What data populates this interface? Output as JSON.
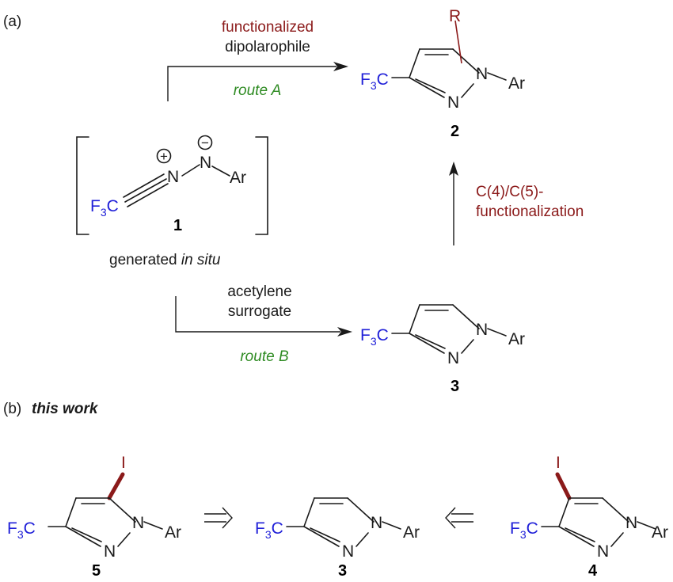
{
  "panels": {
    "a_label": "(a)",
    "b_label": "(b)",
    "b_title": "this work"
  },
  "atoms": {
    "F": "F",
    "three": "3",
    "C": "C",
    "N": "N",
    "Ar": "Ar",
    "I": "I",
    "R": "R",
    "plus": "+",
    "minus": "−"
  },
  "compounds": {
    "c1": "1",
    "c2": "2",
    "c3": "3",
    "c4": "4",
    "c5": "5"
  },
  "labels": {
    "route_a_line1": "functionalized",
    "route_a_line2": "dipolarophile",
    "route_a": "route A",
    "route_b_line1": "acetylene",
    "route_b_line2": "surrogate",
    "route_b": "route B",
    "func_line1": "C(4)/C(5)-",
    "func_line2": "functionalization",
    "generated": "generated ",
    "in_situ": "in situ"
  },
  "colors": {
    "cf3": "#2020d8",
    "reagent": "#8b1a1a",
    "route": "#2e8b22",
    "iodine": "#8b1a1a"
  }
}
